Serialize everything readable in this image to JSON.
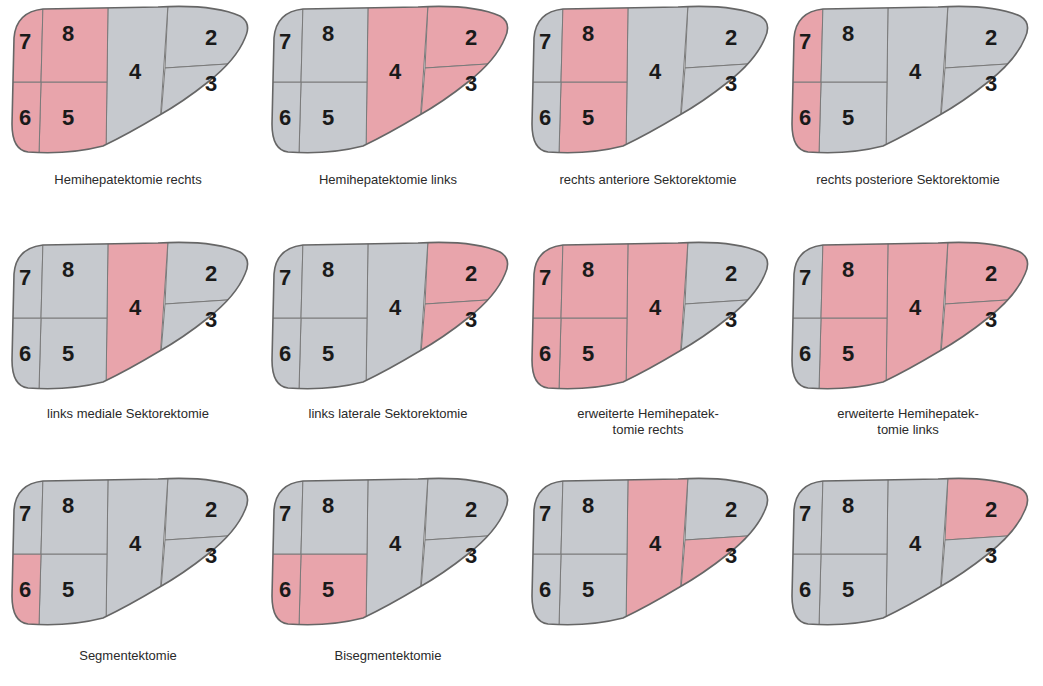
{
  "diagram": {
    "labels": [
      "7",
      "8",
      "4",
      "2",
      "6",
      "5",
      "3",
      "Hemihepatektomie rechts",
      "7",
      "8",
      "4",
      "2",
      "6",
      "5",
      "3",
      "Hemihepatektomie links",
      "7",
      "8",
      "4",
      "2",
      "6",
      "5",
      "3",
      "rechts anteriore Sektorektomie",
      "7",
      "8",
      "4",
      "2",
      "6",
      "5",
      "3",
      "rechts posteriore Sektorektomie",
      "7",
      "8",
      "4",
      "2",
      "6",
      "5",
      "3",
      "links mediale Sektorektomie",
      "7",
      "8",
      "4",
      "2",
      "6",
      "5",
      "3",
      "links laterale Sektorektomie",
      "7",
      "8",
      "4",
      "2",
      "6",
      "5",
      "3",
      "erweiterte Hemihepatek- tomie rechts",
      "7",
      "8",
      "4",
      "2",
      "6",
      "5",
      "3",
      "erweiterte Hemihepatek- tomie links",
      "7",
      "8",
      "4",
      "2",
      "6",
      "5",
      "3",
      "Segmentektomie",
      "7",
      "8",
      "4",
      "2",
      "6",
      "5",
      "3",
      "Bisegmentektomie",
      "7",
      "8",
      "4",
      "2",
      "6",
      "5",
      "3",
      "7",
      "8",
      "4",
      "2",
      "6",
      "5",
      "3"
    ]
  }
}
